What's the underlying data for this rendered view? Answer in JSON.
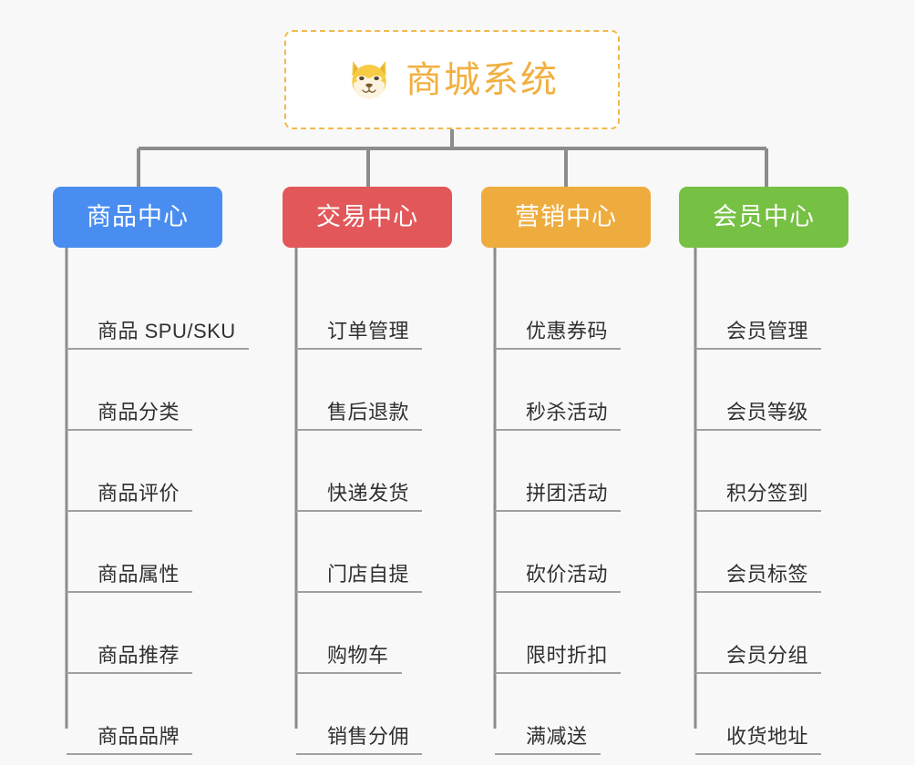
{
  "page": {
    "background_color": "#f8f8f8",
    "diagram_type": "org-tree"
  },
  "root": {
    "title": "商城系统",
    "icon": "shiba-dog-face-icon",
    "text_color": "#f0b040",
    "border_color": "#f2b94b",
    "background_color": "#ffffff"
  },
  "connector": {
    "color": "#8c8c8c"
  },
  "columns": [
    {
      "key": "product",
      "header": "商品中心",
      "color": "#4a8df0",
      "items": [
        "商品 SPU/SKU",
        "商品分类",
        "商品评价",
        "商品属性",
        "商品推荐",
        "商品品牌"
      ]
    },
    {
      "key": "trade",
      "header": "交易中心",
      "color": "#e2585a",
      "items": [
        "订单管理",
        "售后退款",
        "快递发货",
        "门店自提",
        "购物车",
        "销售分佣"
      ]
    },
    {
      "key": "marketing",
      "header": "营销中心",
      "color": "#eeac3f",
      "items": [
        "优惠券码",
        "秒杀活动",
        "拼团活动",
        "砍价活动",
        "限时折扣",
        "满减送"
      ]
    },
    {
      "key": "member",
      "header": "会员中心",
      "color": "#76c043",
      "items": [
        "会员管理",
        "会员等级",
        "积分签到",
        "会员标签",
        "会员分组",
        "收货地址"
      ]
    }
  ]
}
